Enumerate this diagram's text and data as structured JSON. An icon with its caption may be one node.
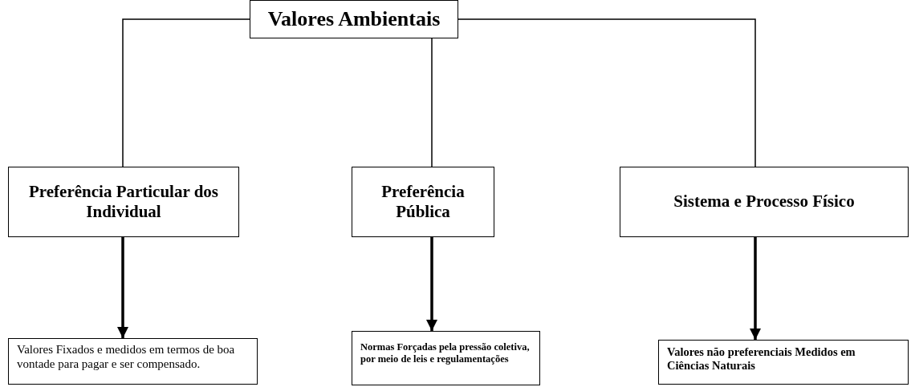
{
  "diagram": {
    "nodes": [
      {
        "text": [
          "Valores Ambientais"
        ]
      },
      {
        "text": [
          "Preferência Particular dos Individual"
        ]
      },
      {
        "text": [
          "Preferência Pública"
        ]
      },
      {
        "text": [
          "Sistema e Processo Físico"
        ]
      },
      {
        "text": [
          "Valores Fixados e medidos em termos de boa vontade para pagar  e ser compensado."
        ]
      },
      {
        "text": [
          "Normas Forçadas  pela pressão coletiva, por meio de leis  e  regulamentações"
        ]
      },
      {
        "text": [
          "Valores não  preferenciais Medidos em Ciências Naturais"
        ]
      }
    ],
    "edges": [
      {
        "from": 0,
        "to": 1,
        "arrow": "none"
      },
      {
        "from": 0,
        "to": 2,
        "arrow": "none"
      },
      {
        "from": 0,
        "to": 3,
        "arrow": "none"
      },
      {
        "from": 1,
        "to": 4,
        "arrow": "to",
        "style": "thick"
      },
      {
        "from": 2,
        "to": 5,
        "arrow": "to",
        "style": "thick"
      },
      {
        "from": 3,
        "to": 6,
        "arrow": "to",
        "style": "thick"
      }
    ]
  }
}
